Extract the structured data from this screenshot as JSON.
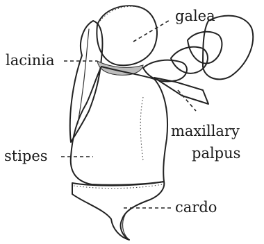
{
  "labels": {
    "galea": "galea",
    "lacinia": "lacinia",
    "maxillary_line1": "maxillary",
    "maxillary_line2": "palpus",
    "stipes": "stipes",
    "cardo": "cardo"
  }
}
